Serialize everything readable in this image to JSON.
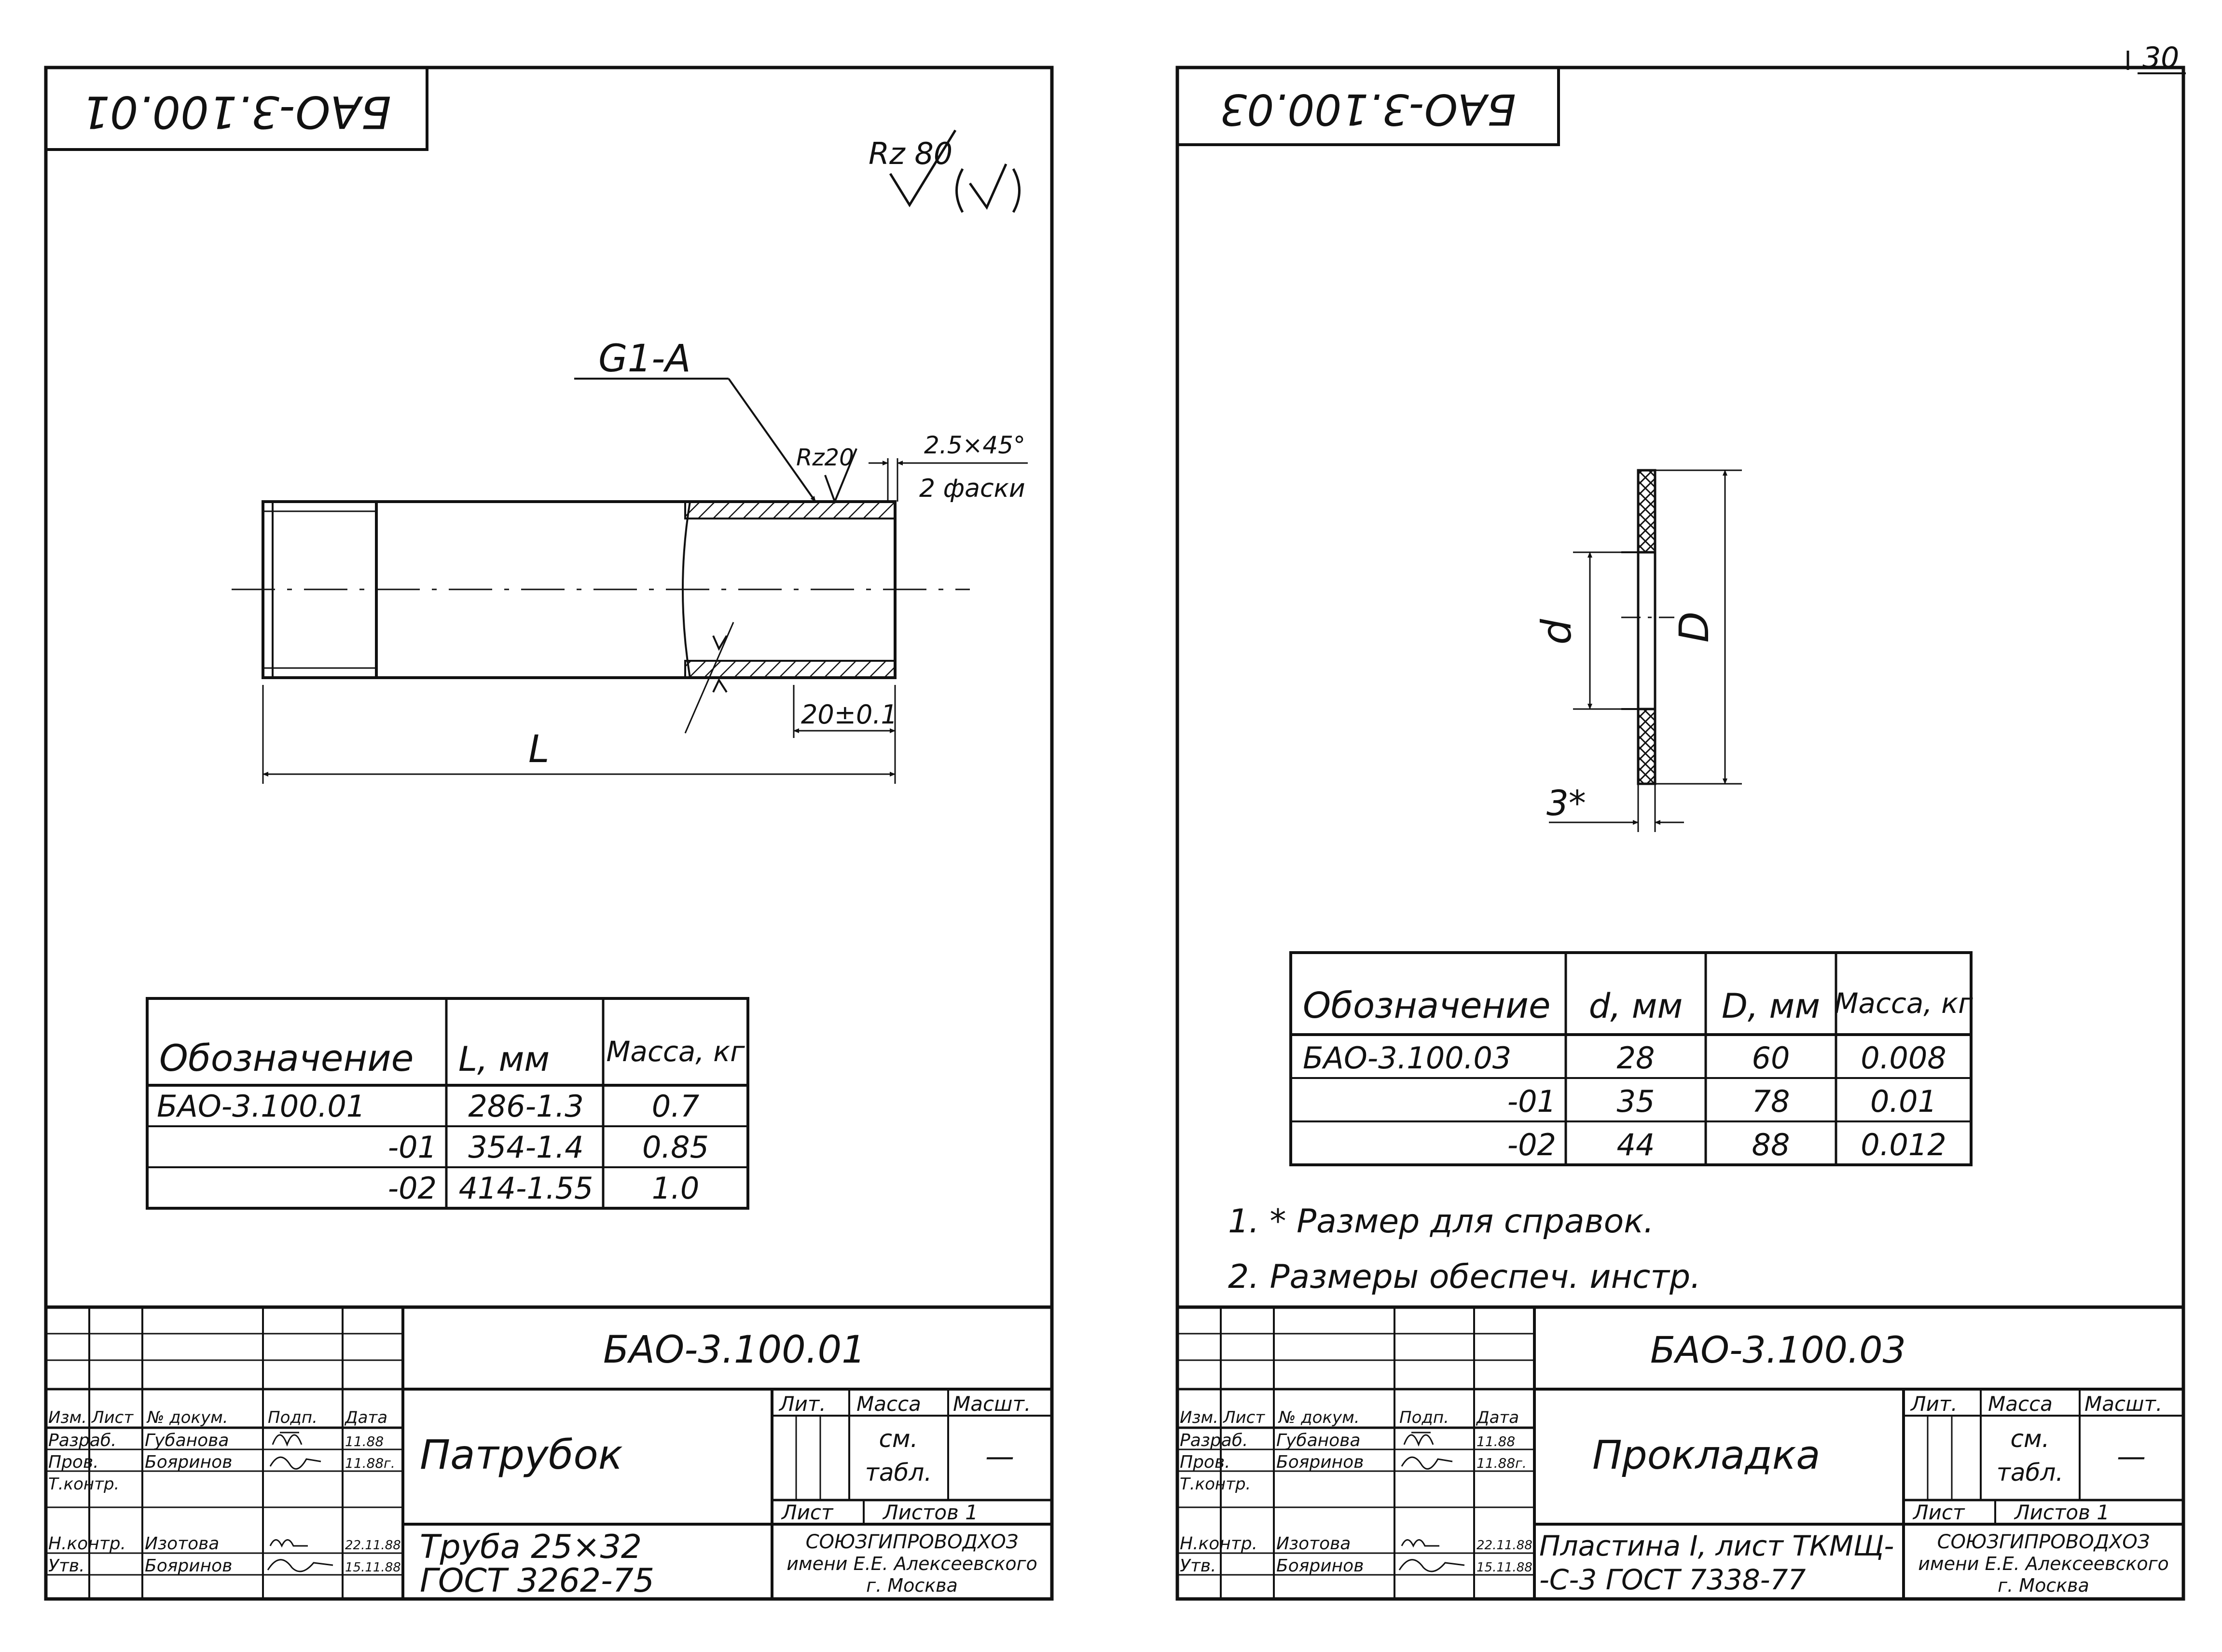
{
  "page_number": "30",
  "left": {
    "stamp_top": "БАО-3.100.01",
    "roughness_main": "Rz 80",
    "thread": "G1-A",
    "roughness_thread": "Rz20",
    "chamfer": "2.5×45°",
    "chamfer_note": "2 фаски",
    "dim_L": "L",
    "dim_20": "20±0.1",
    "table": {
      "headers": [
        "Обозначение",
        "L, мм",
        "Масса, кг"
      ],
      "rows": [
        [
          "БАО-3.100.01",
          "286-1.3",
          "0.7"
        ],
        [
          "-01",
          "354-1.4",
          "0.85"
        ],
        [
          "-02",
          "414-1.55",
          "1.0"
        ]
      ]
    },
    "title_block": {
      "designation": "БАО-3.100.01",
      "name": "Патрубок",
      "material_line1": "Труба 25×32",
      "material_line2": "ГОСТ 3262-75",
      "lit": "Лит.",
      "massa": "Масса",
      "masht": "Масшт.",
      "massa_value_1": "см.",
      "massa_value_2": "табл.",
      "masht_value": "—",
      "list": "Лист",
      "listov": "Листов 1",
      "org1": "СОЮЗГИПРОВОДХОЗ",
      "org2": "имени Е.Е. Алексеевского",
      "org3": "г. Москва",
      "header_row": [
        "Изм.",
        "Лист",
        "№ докум.",
        "Подп.",
        "Дата"
      ],
      "people": [
        {
          "role": "Разраб.",
          "name": "Губанова",
          "date": "11.88"
        },
        {
          "role": "Пров.",
          "name": "Бояринов",
          "date": "11.88г."
        },
        {
          "role": "Т.контр.",
          "name": "",
          "date": ""
        },
        {
          "role": "Н.контр.",
          "name": "Изотова",
          "date": "22.11.88"
        },
        {
          "role": "Утв.",
          "name": "Бояринов",
          "date": "15.11.88"
        }
      ]
    }
  },
  "right": {
    "stamp_top": "БАО-3.100.03",
    "dim_d": "d",
    "dim_D": "D",
    "dim_3": "3*",
    "table": {
      "headers": [
        "Обозначение",
        "d, мм",
        "D, мм",
        "Масса, кг"
      ],
      "rows": [
        [
          "БАО-3.100.03",
          "28",
          "60",
          "0.008"
        ],
        [
          "-01",
          "35",
          "78",
          "0.01"
        ],
        [
          "-02",
          "44",
          "88",
          "0.012"
        ]
      ]
    },
    "notes": [
      "1. * Размер для справок.",
      "2. Размеры обеспеч. инстр."
    ],
    "title_block": {
      "designation": "БАО-3.100.03",
      "name": "Прокладка",
      "material_line1": "Пластина I, лист ТКМЩ-",
      "material_line2": "-С-3   ГОСТ 7338-77",
      "lit": "Лит.",
      "massa": "Масса",
      "masht": "Масшт.",
      "massa_value_1": "см.",
      "massa_value_2": "табл.",
      "masht_value": "—",
      "list": "Лист",
      "listov": "Листов 1",
      "org1": "СОЮЗГИПРОВОДХОЗ",
      "org2": "имени Е.Е. Алексеевского",
      "org3": "г. Москва",
      "header_row": [
        "Изм.",
        "Лист",
        "№ докум.",
        "Подп.",
        "Дата"
      ],
      "people": [
        {
          "role": "Разраб.",
          "name": "Губанова",
          "date": "11.88"
        },
        {
          "role": "Пров.",
          "name": "Бояринов",
          "date": "11.88г."
        },
        {
          "role": "Т.контр.",
          "name": "",
          "date": ""
        },
        {
          "role": "Н.контр.",
          "name": "Изотова",
          "date": "22.11.88"
        },
        {
          "role": "Утв.",
          "name": "Бояринов",
          "date": "15.11.88"
        }
      ]
    }
  }
}
